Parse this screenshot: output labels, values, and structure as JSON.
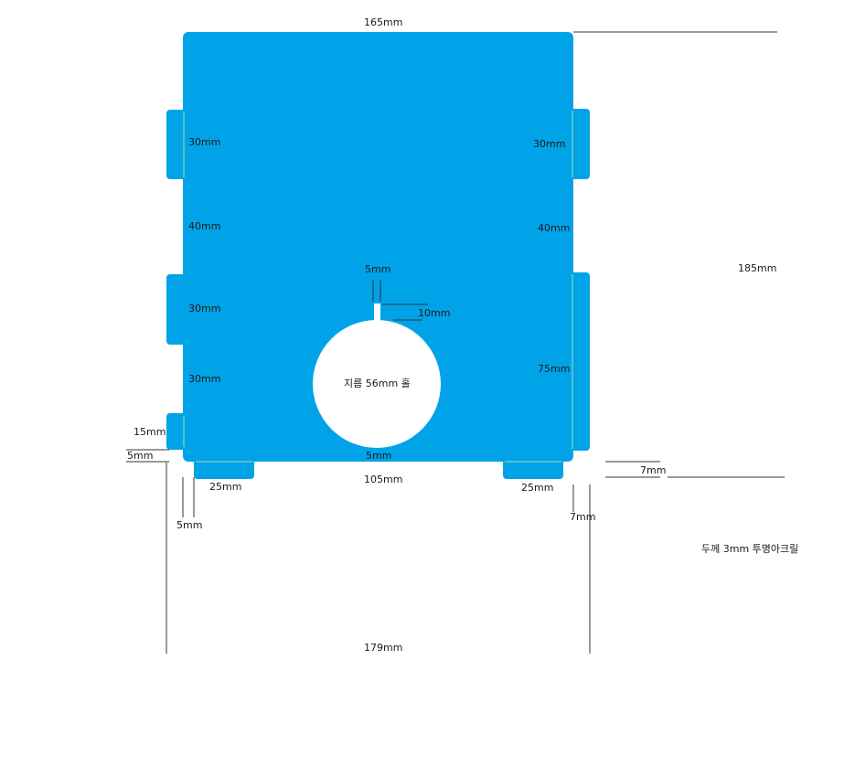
{
  "colors": {
    "panel": "#00A3E8",
    "background": "#FFFFFF",
    "hole": "#FFFFFF",
    "guide": "#333333"
  },
  "dimensions": {
    "top_width": "165mm",
    "height_right": "185mm",
    "left_tab_1": "30mm",
    "left_gap_1": "40mm",
    "left_tab_2": "30mm",
    "left_gap_2": "30mm",
    "left_tab_3": "15mm",
    "right_tab_1": "30mm",
    "right_gap_1": "40mm",
    "right_tab_2": "75mm",
    "slot_width": "5mm",
    "slot_depth": "10mm",
    "hole_label": "지름 56mm 홀",
    "hole_bottom_gap": "5mm",
    "bottom_gap": "105mm",
    "bottom_tab_left": "25mm",
    "bottom_tab_right": "25mm",
    "left_offset_horizontal": "5mm",
    "left_offset_vertical": "5mm",
    "right_offset_horizontal": "7mm",
    "right_offset_vertical": "7mm",
    "total_width": "179mm"
  },
  "note": "두께 3mm 투명아크릴"
}
